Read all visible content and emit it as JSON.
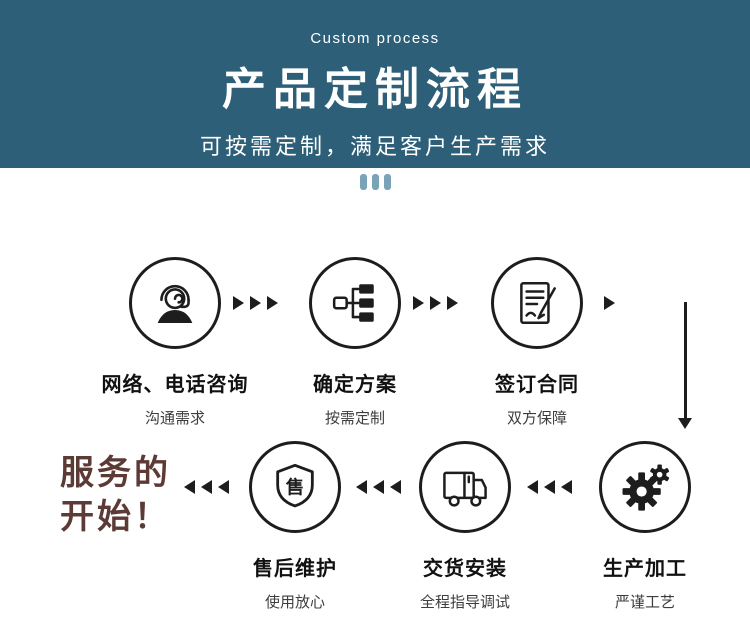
{
  "banner": {
    "tagline": "Custom process",
    "title": "产品定制流程",
    "subtitle": "可按需定制，满足客户生产需求"
  },
  "colors": {
    "banner_bg": "#2d5f78",
    "banner_text": "#ffffff",
    "accent_bars": "#7ba3b8",
    "outline": "#1d1d1d",
    "service_text": "#5c3a35"
  },
  "flow": {
    "shield_char": "售",
    "service_start": {
      "line1": "服务的",
      "line2": "开始！"
    },
    "steps_row1": [
      {
        "title": "网络、电话咨询",
        "subtitle": "沟通需求",
        "icon": "support-agent-icon"
      },
      {
        "title": "确定方案",
        "subtitle": "按需定制",
        "icon": "flowchart-icon"
      },
      {
        "title": "签订合同",
        "subtitle": "双方保障",
        "icon": "contract-icon"
      }
    ],
    "steps_row2": [
      {
        "title": "售后维护",
        "subtitle": "使用放心",
        "icon": "shield-icon"
      },
      {
        "title": "交货安装",
        "subtitle": "全程指导调试",
        "icon": "truck-icon"
      },
      {
        "title": "生产加工",
        "subtitle": "严谨工艺",
        "icon": "gears-icon"
      }
    ]
  }
}
